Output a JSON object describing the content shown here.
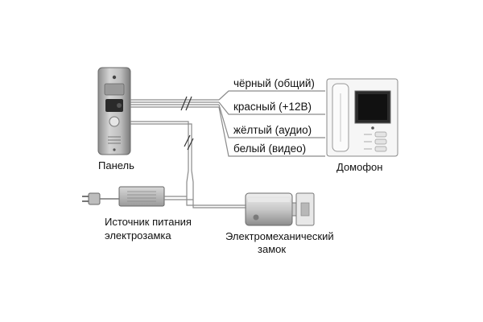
{
  "diagram": {
    "labels": {
      "panel": "Панель",
      "monitor": "Домофон",
      "power_supply_line1": "Источник питания",
      "power_supply_line2": "электрозамка",
      "lock_line1": "Электромеханический",
      "lock_line2": "замок"
    },
    "wires": [
      {
        "label": "чёрный (общий)"
      },
      {
        "label": "красный (+12В)"
      },
      {
        "label": "жёлтый (аудио)"
      },
      {
        "label": "белый (видео)"
      }
    ]
  }
}
